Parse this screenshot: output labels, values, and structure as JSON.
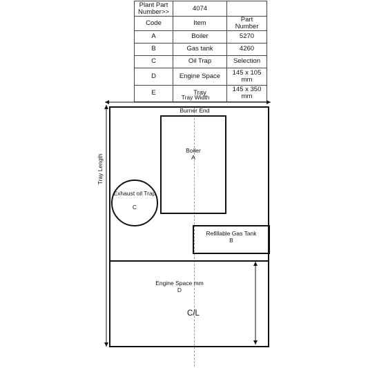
{
  "parts_table": {
    "rows": [
      [
        "Plant Part Number>>",
        "4074",
        ""
      ],
      [
        "Code",
        "Item",
        "Part Number"
      ],
      [
        "A",
        "Boiler",
        "5270"
      ],
      [
        "B",
        "Gas tank",
        "4260"
      ],
      [
        "C",
        "Oil Trap",
        "Selection"
      ],
      [
        "D",
        "Engine Space",
        "145 x 105 mm"
      ],
      [
        "E",
        "Tray",
        "145 x 350 mm"
      ]
    ]
  },
  "diagram": {
    "tray_width_label": "Tray Width",
    "tray_length_label": "Tray Length",
    "burner_end_label": "Burner End",
    "boiler_label": "Boiler",
    "boiler_code": "A",
    "oil_trap_label": "Exhaust oil Trap",
    "oil_trap_code": "C",
    "gas_tank_label": "Refillable Gas Tank",
    "gas_tank_code": "B",
    "engine_space_label": "Engine Space mm",
    "engine_space_code": "D",
    "centerline_label": "C/L"
  }
}
